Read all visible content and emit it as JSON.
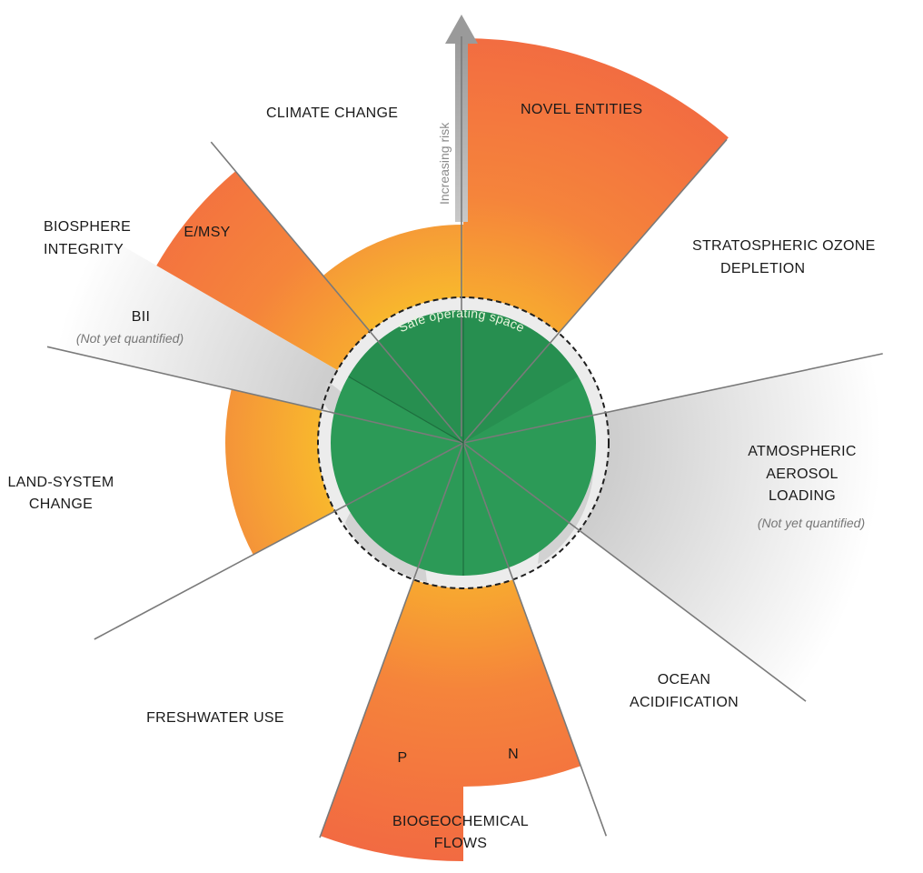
{
  "labels": {
    "climate_change": "CLIMATE CHANGE",
    "novel_entities": "NOVEL ENTITIES",
    "ozone_line1": "STRATOSPHERIC OZONE",
    "ozone_line2": "DEPLETION",
    "aerosol_line1": "ATMOSPHERIC",
    "aerosol_line2": "AEROSOL",
    "aerosol_line3": "LOADING",
    "aerosol_note": "(Not yet quantified)",
    "ocean_line1": "OCEAN",
    "ocean_line2": "ACIDIFICATION",
    "biogeo_line1": "BIOGEOCHEMICAL",
    "biogeo_line2": "FLOWS",
    "n": "N",
    "p": "P",
    "freshwater": "FRESHWATER USE",
    "land_line1": "LAND-SYSTEM",
    "land_line2": "CHANGE",
    "bii": "BII",
    "bii_note": "(Not yet quantified)",
    "biosphere_line1": "BIOSPHERE",
    "biosphere_line2": "INTEGRITY",
    "emsy": "E/MSY",
    "safe_space": "Safe operating space",
    "increasing_risk": "Increasing risk"
  },
  "colors": {
    "safe_green": "#2c9a57",
    "danger_red": "#f26d44",
    "mid_orange": "#f6a33a",
    "not_quantified_grey": "#d6d6d6",
    "divider": "#7a7a7a",
    "arrow": "#a9a9a9"
  },
  "chart_data": {
    "type": "radial-wedge",
    "boundaries": [
      {
        "name": "CLIMATE CHANGE",
        "status": "beyond boundary"
      },
      {
        "name": "NOVEL ENTITIES",
        "status": "beyond boundary"
      },
      {
        "name": "STRATOSPHERIC OZONE DEPLETION",
        "status": "within safe space"
      },
      {
        "name": "ATMOSPHERIC AEROSOL LOADING",
        "status": "(Not yet quantified)"
      },
      {
        "name": "OCEAN ACIDIFICATION",
        "status": "within safe space"
      },
      {
        "name": "BIOGEOCHEMICAL FLOWS",
        "sub": [
          "P",
          "N"
        ],
        "status": "beyond boundary"
      },
      {
        "name": "FRESHWATER USE",
        "status": "within safe space"
      },
      {
        "name": "LAND-SYSTEM CHANGE",
        "status": "beyond boundary"
      },
      {
        "name": "BIOSPHERE INTEGRITY",
        "sub": [
          "E/MSY",
          "BII"
        ],
        "status": "E/MSY beyond boundary; BII (Not yet quantified)"
      }
    ]
  }
}
